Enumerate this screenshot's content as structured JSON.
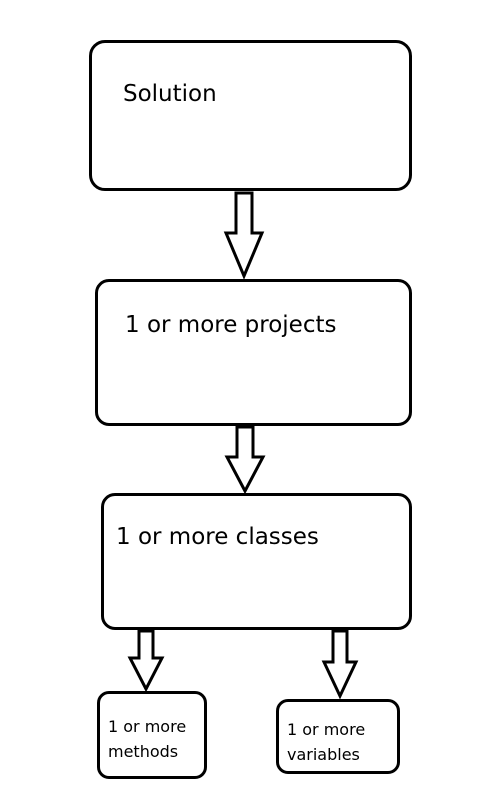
{
  "nodes": {
    "solution": {
      "label": "Solution"
    },
    "projects": {
      "label": "1 or more projects"
    },
    "classes": {
      "label": "1 or more classes"
    },
    "methods": {
      "label": "1 or more methods"
    },
    "variables": {
      "label": "1 or more variables"
    }
  },
  "edges": [
    {
      "from": "solution",
      "to": "projects"
    },
    {
      "from": "projects",
      "to": "classes"
    },
    {
      "from": "classes",
      "to": "methods"
    },
    {
      "from": "classes",
      "to": "variables"
    }
  ],
  "colors": {
    "stroke": "#000000",
    "fill": "#ffffff"
  }
}
